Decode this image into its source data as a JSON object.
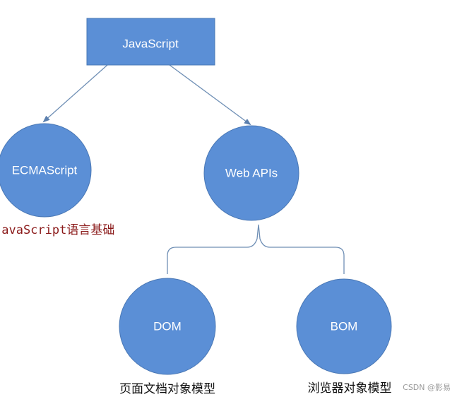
{
  "colors": {
    "node_fill": "#5b8fd6",
    "node_stroke": "#4a78b5",
    "edge": "#6f8fb5",
    "caption_red": "#8b1a1a"
  },
  "nodes": {
    "root": {
      "label": "JavaScript"
    },
    "ecmascript": {
      "label": "ECMAScript",
      "caption": "JavaScript语言基础"
    },
    "webapis": {
      "label": "Web APIs"
    },
    "dom": {
      "label": "DOM",
      "caption": "页面文档对象模型"
    },
    "bom": {
      "label": "BOM",
      "caption": "浏览器对象模型"
    }
  },
  "watermark": "CSDN @影易"
}
